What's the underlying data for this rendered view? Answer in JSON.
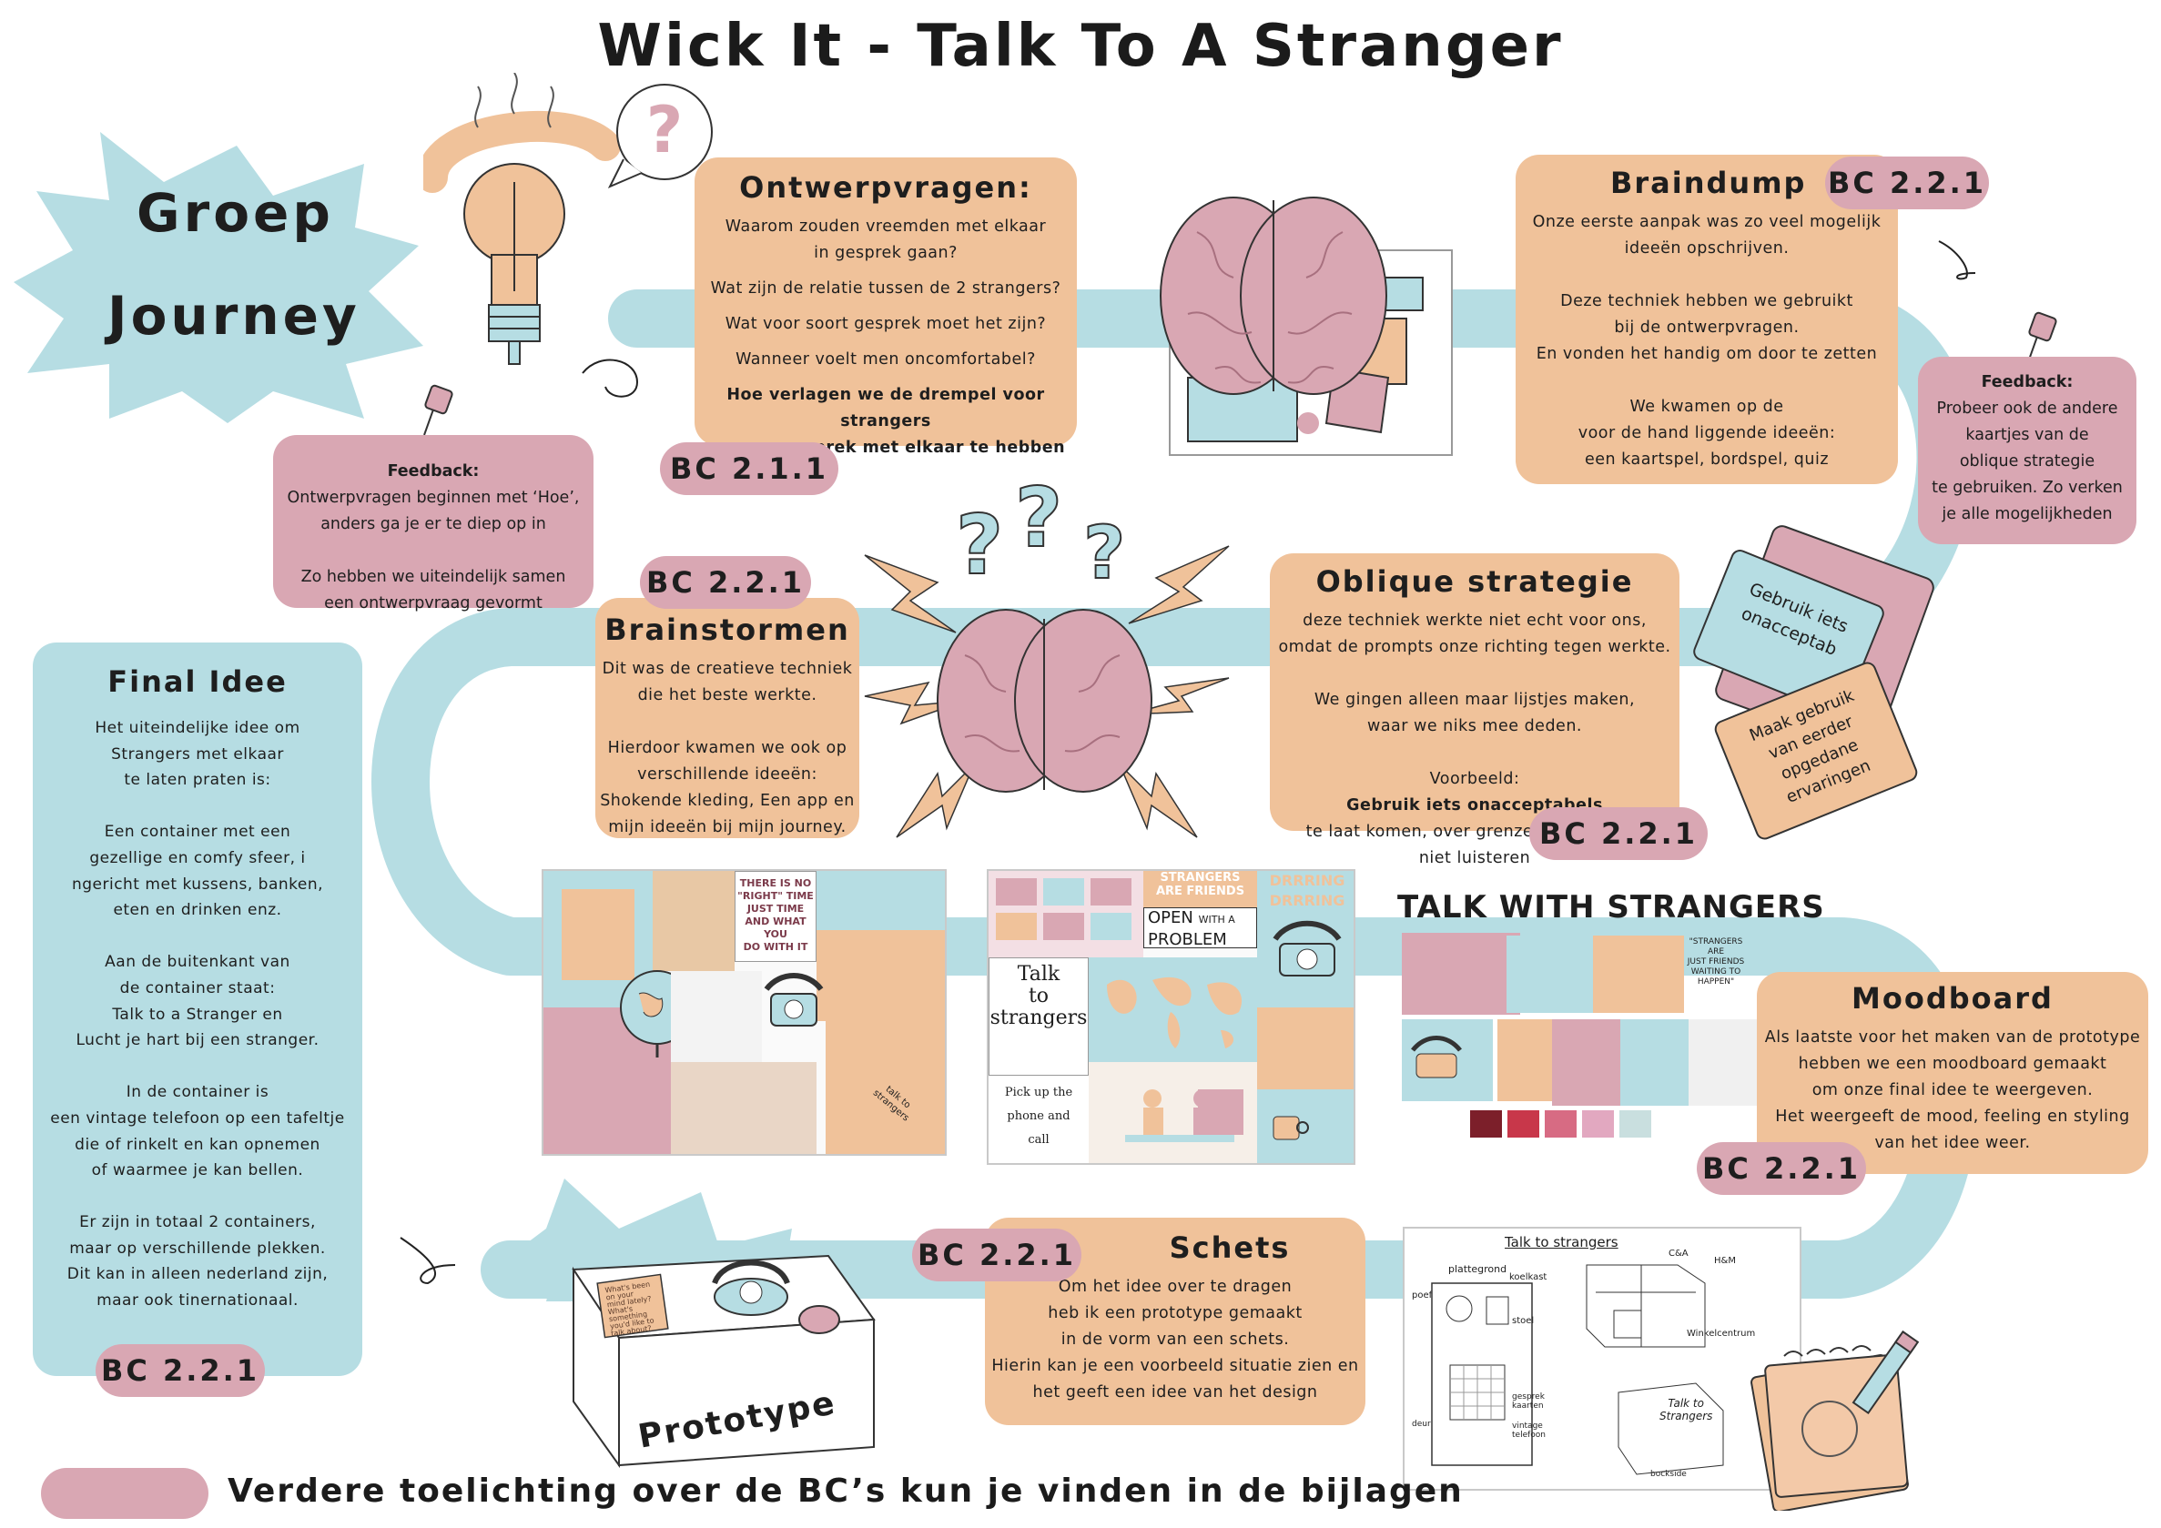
{
  "title": "Wick It - Talk To A Stranger",
  "group_journey": {
    "line1": "Groep",
    "line2": "Journey"
  },
  "ontwerpvragen": {
    "title": "Ontwerpvragen:",
    "q1": "Waarom zouden vreemden met elkaar\nin gesprek gaan?",
    "q2": "Wat zijn de relatie tussen de 2 strangers?",
    "q3": "Wat voor soort gesprek moet het zijn?",
    "q4": "Wanneer voelt men oncomfortabel?",
    "q5": "Hoe verlagen we de drempel voor strangers\nom een gesprek met elkaar te hebben",
    "badge": "BC 2.1.1"
  },
  "feedback_left": {
    "title": "Feedback:",
    "text": "Ontwerpvragen beginnen met ‘Hoe’,\nanders ga je er te diep op in\n\nZo hebben we uiteindelijk samen\neen ontwerpvraag gevormt"
  },
  "braindump": {
    "title": "Braindump",
    "badge": "BC 2.2.1",
    "text": "Onze eerste aanpak was zo veel mogelijk\nideeën opschrijven.\n\nDeze techniek hebben we gebruikt\nbij de ontwerpvragen.\nEn vonden het handig om door te zetten\n\nWe kwamen op de\nvoor de hand liggende ideeën:\neen kaartspel, bordspel, quiz"
  },
  "feedback_right": {
    "title": "Feedback:",
    "text": "Probeer ook de andere\nkaartjes van de\noblique strategie\nte gebruiken. Zo verken\nje alle mogelijkheden"
  },
  "brainstormen": {
    "badge": "BC 2.2.1",
    "title": "Brainstormen",
    "text": "Dit was de creatieve techniek\ndie het beste werkte.\n\nHierdoor kwamen we ook op\nverschillende ideeën:\nShokende kleding, Een app en\nmijn ideeën bij mijn journey."
  },
  "oblique": {
    "title": "Oblique strategie",
    "text1": "deze techniek werkte niet echt voor ons,\nomdat de prompts onze richting tegen werkte.\n\nWe gingen alleen maar lijstjes maken,\nwaar we niks mee deden.\n\nVoorbeeld:",
    "example": "Gebruik iets onacceptabels",
    "text2": "te laat komen, over grenzen heen gaan,\nniet luisteren",
    "badge": "BC 2.2.1"
  },
  "oblique_cards": {
    "card1": "Gebruik iets\nonacceptab",
    "card2": "Maak gebruik\nvan eerder\nopgedane\nervaringen"
  },
  "final_idee": {
    "title": "Final Idee",
    "text": "Het uiteindelijke idee om\nStrangers met elkaar\nte laten praten is:\n\nEen container met een\ngezellige en comfy sfeer, i\nngericht met kussens, banken,\neten en drinken enz.\n\nAan de buitenkant van\nde container staat:\nTalk to a Stranger en\nLucht je hart bij een stranger.\n\nIn de container is\neen vintage telefoon op een tafeltje\ndie of rinkelt en kan opnemen\nof waarmee je kan bellen.\n\nEr zijn in totaal 2 containers,\nmaar op verschillende plekken.\nDit kan in alleen nederland zijn,\nmaar ook tinernationaal.",
    "badge": "BC 2.2.1"
  },
  "collage1": {
    "note": "THERE IS NO\n\"RIGHT\" TIME\nJUST TIME\nAND WHAT YOU\nDO WITH IT",
    "sign": "talk to\nstrangers"
  },
  "collage2": {
    "header1": "STRANGERS\nARE FRIENDS",
    "open": "OPEN",
    "with_a": "WITH A",
    "problem": "PROBLEM",
    "ring": "DRRRING\nDRRRING",
    "talk": "Talk\nto\nstrangers",
    "pickup": "Pick up the\nphone and\ncall"
  },
  "moodboard_images": {
    "title": "TALK WITH STRANGERS",
    "quote": "\"STRANGERS\nARE\nJUST FRIENDS\nWAITING TO\nHAPPEN\"",
    "swatches": [
      "#7c1f2a",
      "#c8374a",
      "#d76b83",
      "#e2a8c0",
      "#c9dfdf"
    ]
  },
  "moodboard": {
    "title": "Moodboard",
    "text": "Als laatste voor het maken van de prototype\nhebben we een moodboard gemaakt\nom onze final idee te weergeven.\nHet weergeeft de mood, feeling en styling\nvan het idee weer.",
    "badge": "BC 2.2.1"
  },
  "schets": {
    "badge": "BC 2.2.1",
    "title": "Schets",
    "text": "Om het idee over te dragen\nheb ik een prototype gemaakt\nin de vorm van een schets.\nHierin kan je een voorbeeld situatie zien en\nhet geeft een idee van het design"
  },
  "sketch": {
    "title": "Talk to strangers",
    "labels": [
      "plattegrond",
      "koelkast",
      "poef",
      "stoel",
      "C&A",
      "H&M",
      "Winkelcentrum",
      "gesprek\nkaarten",
      "vintage\ntelefoon",
      "deur",
      "Talk to\nStrangers",
      "bockside"
    ]
  },
  "prototype": {
    "label": "Prototype",
    "card_text": "What's been\non your\nmind lately?\nWhat's\nsomething\nyou'd like to\ntalk about?"
  },
  "legend": {
    "text": "Verdere toelichting over de BC’s kun je vinden in de bijlagen"
  },
  "colors": {
    "peach": "#f0c29a",
    "pink": "#d9a7b3",
    "blue": "#b6dde3"
  },
  "icons": [
    "lightbulb-icon",
    "question-bubble-icon",
    "brain-icon",
    "pushpin-icon",
    "lightning-icon",
    "telephone-icon",
    "pencil-icon",
    "notepad-icon",
    "mug-icon"
  ]
}
